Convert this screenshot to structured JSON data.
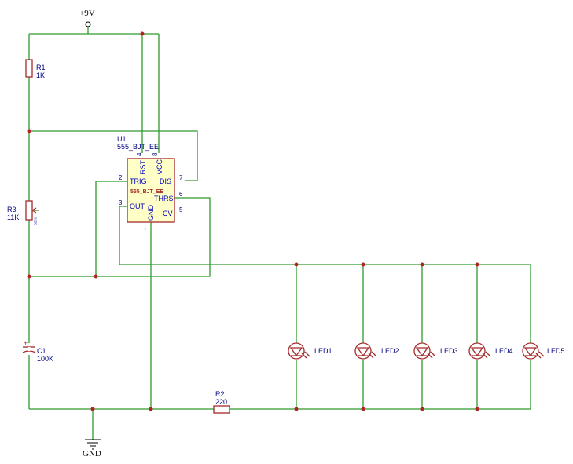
{
  "power": {
    "vcc": "+9V",
    "gnd": "GND"
  },
  "r1": {
    "ref": "R1",
    "value": "1K"
  },
  "r3": {
    "ref": "R3",
    "value": "11K",
    "wiper": "50%"
  },
  "c1": {
    "ref": "C1",
    "value": "100K"
  },
  "r2": {
    "ref": "R2",
    "value": "220"
  },
  "u1": {
    "ref": "U1",
    "value": "555_BJT_EE",
    "label": "555_BJT_EE",
    "pins": {
      "rst": "RST",
      "vcc": "VCC",
      "trig": "TRIG",
      "dis": "DIS",
      "thrs": "THRS",
      "out": "OUT",
      "cv": "CV",
      "gnd": "GND"
    },
    "pin_numbers": {
      "rst": "4",
      "vcc": "8",
      "trig": "2",
      "dis": "7",
      "thrs": "6",
      "out": "3",
      "cv": "5",
      "gnd": "1"
    }
  },
  "leds": [
    "LED1",
    "LED2",
    "LED3",
    "LED4",
    "LED5"
  ],
  "colors": {
    "wire": "#2e9a2e",
    "component": "#a52a2a",
    "junction": "#b22222",
    "ic_fill": "#ffffc8"
  }
}
